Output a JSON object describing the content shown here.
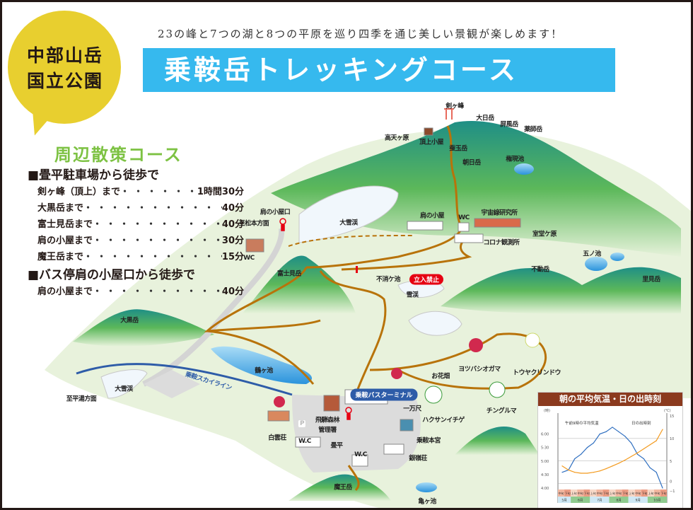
{
  "badge": {
    "line1": "中部山岳",
    "line2": "国立公園"
  },
  "header": {
    "subtitle": "23の峰と7つの湖と8つの平原を巡り四季を通じ美しい景観が楽しめます！",
    "title": "乗鞍岳トレッキングコース"
  },
  "course": {
    "title": "周辺散策コース",
    "sections": [
      {
        "heading": "■畳平駐車場から徒歩で",
        "rows": [
          {
            "dest": "剣ヶ峰（頂上）まで",
            "time": "1時間30分"
          },
          {
            "dest": "大黒岳まで",
            "time": "40分"
          },
          {
            "dest": "富士見岳まで",
            "time": "40分"
          },
          {
            "dest": "肩の小屋まで",
            "time": "30分"
          },
          {
            "dest": "魔王岳まで",
            "time": "15分"
          }
        ]
      },
      {
        "heading": "■バス停肩の小屋口から徒歩で",
        "rows": [
          {
            "dest": "肩の小屋まで",
            "time": "40分"
          }
        ]
      }
    ],
    "dots": "・・・・・・・・・・・・・・・"
  },
  "map": {
    "labels": [
      "剣ヶ峰",
      "大日岳",
      "屏風岳",
      "薬師岳",
      "高天ヶ原",
      "頂上小屋",
      "蚕玉岳",
      "朝日岳",
      "権現池",
      "肩の小屋口",
      "至松本方面",
      "大雪渓",
      "肩の小屋",
      "WC",
      "宇宙線研究所",
      "室堂ケ原",
      "コロナ観測所",
      "WC",
      "五ノ池",
      "富士見岳",
      "不動岳",
      "不消ケ池",
      "里見岳",
      "雪渓",
      "大黒岳",
      "お花畑",
      "ヨツバシオガマ",
      "トウヤクリンドウ",
      "鶴ヶ池",
      "至平湯方面",
      "大雪渓",
      "乗鞍スカイライン",
      "ハクサンイチゲ",
      "チングルマ",
      "一万尺",
      "飛騨森林",
      "管理署",
      "白雲荘",
      "W.C",
      "畳平",
      "W.C",
      "乗鞍本宮",
      "銀嶺荘",
      "魔王岳",
      "亀ヶ池",
      "P"
    ],
    "no_entry_badge": "立入禁止",
    "bus_terminal_badge": "乗鞍バスターミナル",
    "colors": {
      "trail": "#b8730a",
      "road": "#d4d4d4",
      "skyline": "#2e5ca8",
      "lake": "#3aa0e0",
      "mountain": "#2e9b6e"
    }
  },
  "chart_data": {
    "type": "line",
    "title": "朝の平均気温・日の出時刻",
    "left_axis_unit": "(時)",
    "right_axis_unit": "(℃)",
    "left_ticks": [
      "4:00",
      "4:30",
      "5:00",
      "5:30",
      "6:00"
    ],
    "right_ticks": [
      "15",
      "10",
      "5",
      "0",
      "−1"
    ],
    "right_ylim": [
      -1,
      15
    ],
    "periods": [
      "中旬",
      "下旬",
      "上旬",
      "中旬",
      "下旬",
      "上旬",
      "中旬",
      "下旬",
      "上旬",
      "中旬",
      "下旬",
      "上旬",
      "中旬",
      "下旬",
      "上旬",
      "中旬",
      "下旬"
    ],
    "months": [
      {
        "label": "5月",
        "span": 2
      },
      {
        "label": "6月",
        "span": 3
      },
      {
        "label": "7月",
        "span": 3
      },
      {
        "label": "8月",
        "span": 3
      },
      {
        "label": "9月",
        "span": 3
      },
      {
        "label": "10月",
        "span": 3
      }
    ],
    "series": [
      {
        "name": "午前9時の平均気温",
        "unit": "℃",
        "color": "#2f6fc0",
        "values": [
          2.5,
          3,
          5.5,
          6.5,
          8,
          9,
          11,
          11.5,
          12.5,
          11.5,
          10.5,
          9,
          6.5,
          5.5,
          3.5,
          2.5,
          -1
        ]
      },
      {
        "name": "日の出時刻",
        "unit": "time",
        "color": "#f39a1e",
        "values": [
          "4:49",
          "4:40",
          "4:35",
          "4:33",
          "4:33",
          "4:35",
          "4:38",
          "4:43",
          "4:49",
          "4:55",
          "5:02",
          "5:10",
          "5:18",
          "5:27",
          "5:36",
          "5:45",
          "6:10"
        ]
      }
    ],
    "grid": true
  }
}
